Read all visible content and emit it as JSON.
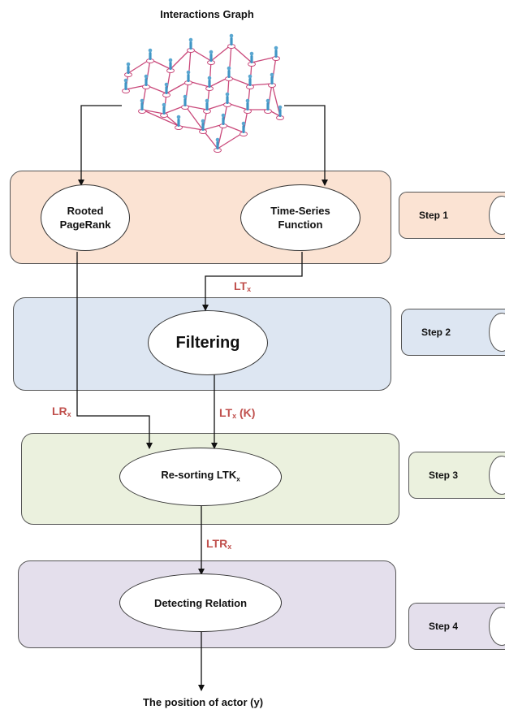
{
  "title": "Interactions Graph",
  "footer": "The position of actor (y)",
  "nodes": {
    "rooted": [
      "Rooted",
      "PageRank"
    ],
    "timeseries": [
      "Time-Series",
      "Function"
    ],
    "filtering": "Filtering",
    "resorting": {
      "main": "Re-sorting LTK",
      "sub": "x"
    },
    "detecting": "Detecting Relation"
  },
  "steps": [
    "Step 1",
    "Step 2",
    "Step 3",
    "Step 4"
  ],
  "edges": {
    "ltx": {
      "main": "LT",
      "sub": "x",
      "suffix": ""
    },
    "lrx": {
      "main": "LR",
      "sub": "x",
      "suffix": ""
    },
    "ltxk": {
      "main": "LT",
      "sub": "x",
      "suffix": " (K)"
    },
    "ltrx": {
      "main": "LTR",
      "sub": "x",
      "suffix": ""
    }
  },
  "colors": {
    "step1": "#fbe3d3",
    "step2": "#dde6f2",
    "step3": "#ebf1de",
    "step4": "#e4dfec",
    "edge_label": "#c0504d",
    "network_edge": "#c9487a",
    "network_node": "#3f95c5"
  }
}
